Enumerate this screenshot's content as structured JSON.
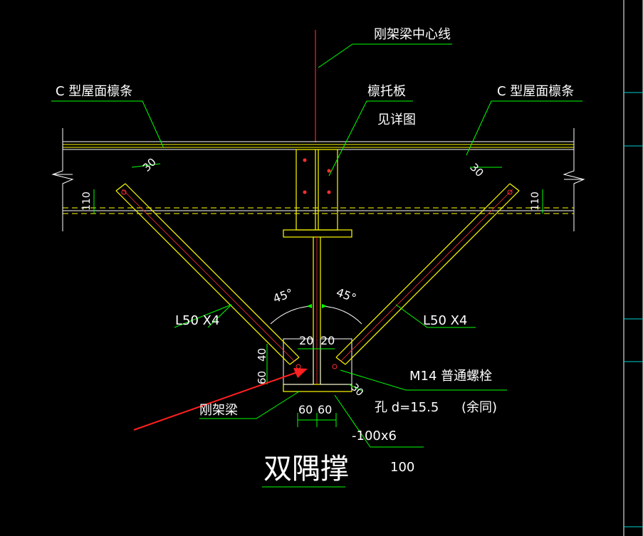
{
  "labels": {
    "center_line": "刚架梁中心线",
    "purlin_left": "C 型屋面檩条",
    "purlin_right": "C 型屋面檩条",
    "purlin_bracket": "檩托板",
    "see_detail": "见详图",
    "dim_30_left": "30",
    "dim_30_right": "30",
    "dim_110_left": "110",
    "dim_110_right": "110",
    "angle_left": "45°",
    "angle_right": "45°",
    "angle_left_section": "L50 X4",
    "angle_right_section": "L50 X4",
    "dim_20_left": "20",
    "dim_20_right": "20",
    "dim_40": "40",
    "dim_60_vertical": "60",
    "dim_30_bottom": "30",
    "bolt": "M14  普通螺栓",
    "hole": "孔 d=15.5",
    "same_note": "(余同)",
    "frame_beam": "刚架梁",
    "dim_60_left": "60",
    "dim_60_right": "60",
    "plate": "-100x6",
    "plate_len": "100",
    "title": "双隅撑"
  },
  "colors": {
    "background": "#000000",
    "line_green": "#00ff00",
    "line_yellow": "#ffff00",
    "line_red": "#ff3030",
    "text": "#ffffff",
    "dim": "#00ffff",
    "arrow": "#ff2020"
  }
}
